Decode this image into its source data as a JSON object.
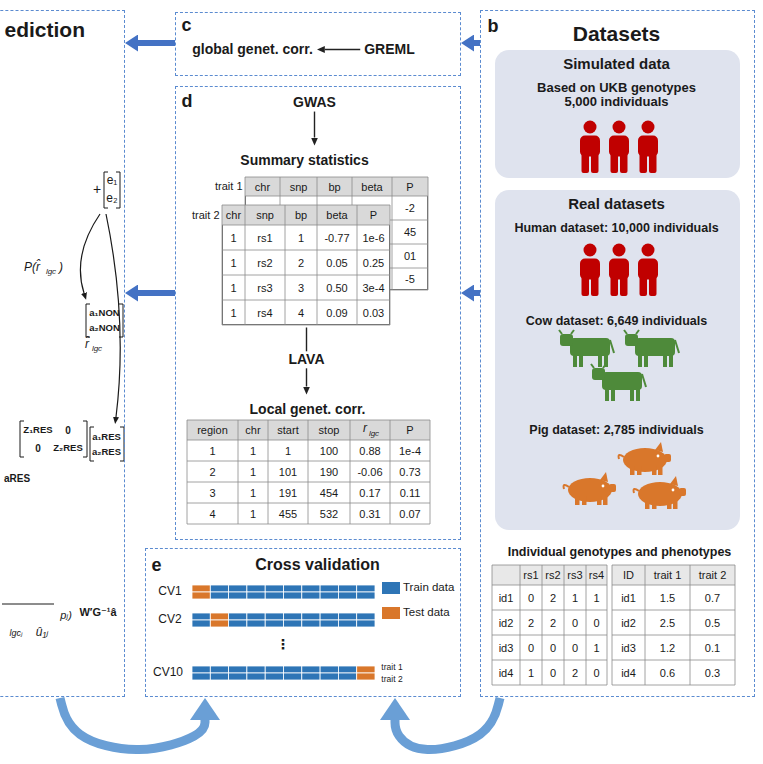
{
  "diagram": {
    "nodes": [
      {
        "text": [
          "ediction"
        ]
      },
      {
        "text": [
          "c"
        ]
      },
      {
        "text": [
          "global genet. corr."
        ],
        "in": 1
      },
      {
        "text": [
          "GREML"
        ],
        "in": 1
      },
      {
        "text": [
          "d"
        ]
      },
      {
        "text": [
          "GWAS"
        ],
        "in": 4
      },
      {
        "text": [
          "Summary statistics"
        ],
        "in": 4
      },
      {
        "text": [
          "trait 1"
        ],
        "in": 6
      },
      {
        "text": [
          "trait 2"
        ],
        "in": 6
      },
      {
        "text": [
          "Local genet. corr."
        ],
        "in": 4
      },
      {
        "text": [
          "e",
          "Cross validation"
        ]
      },
      {
        "text": [
          "b",
          "Datasets"
        ]
      },
      {
        "text": [
          "Simulated data",
          "Based on UKB genotypes 5,000 individuals"
        ],
        "in": 11
      },
      {
        "text": [
          "Real datasets",
          "Human dataset: 10,000 individuals",
          "Cow dataset: 6,649 individuals",
          "Pig dataset: 2,785 individuals"
        ],
        "in": 11
      },
      {
        "text": [
          "Individual genotypes and phenotypes"
        ],
        "in": 11
      }
    ],
    "edges": [
      {
        "from": 1,
        "to": 0,
        "arrow": "to"
      },
      {
        "from": 4,
        "to": 0,
        "arrow": "to"
      },
      {
        "from": 11,
        "to": 1,
        "arrow": "to"
      },
      {
        "from": 11,
        "to": 4,
        "arrow": "to"
      },
      {
        "from": 3,
        "to": 2,
        "arrow": "to"
      },
      {
        "from": 5,
        "to": 6,
        "arrow": "to"
      },
      {
        "from": 6,
        "to": 9,
        "label": "LAVA",
        "arrow": "to"
      },
      {
        "from": 0,
        "to": 10,
        "arrow": "to"
      },
      {
        "from": 11,
        "to": 10,
        "arrow": "to"
      }
    ],
    "labels": [
      "+",
      "e₁",
      "e₂",
      "P(r̂",
      "lgc",
      ")",
      "a₁NON",
      "a₂NON",
      "r̂",
      "lgc",
      "Z₁RES",
      "0",
      "0",
      "Z₂RES",
      "a₁RES",
      "a₂RES",
      "aRES",
      "pⱼ)",
      "W′G⁻¹â",
      "lgcⱼ",
      "û₁ⱼ",
      "chr",
      "snp",
      "bp",
      "beta",
      "P",
      "-2",
      "45",
      "01",
      "-5",
      "chr",
      "snp",
      "bp",
      "beta",
      "P",
      "1",
      "rs1",
      "1",
      "-0.77",
      "1e-6",
      "1",
      "rs2",
      "2",
      "0.05",
      "0.25",
      "1",
      "rs3",
      "3",
      "0.50",
      "3e-4",
      "1",
      "rs4",
      "4",
      "0.09",
      "0.03",
      "region",
      "chr",
      "start",
      "stop",
      "r",
      "lgc",
      "P",
      "1",
      "1",
      "1",
      "100",
      "0.88",
      "1e-4",
      "2",
      "1",
      "101",
      "190",
      "-0.06",
      "0.73",
      "3",
      "1",
      "191",
      "454",
      "0.17",
      "0.11",
      "4",
      "1",
      "455",
      "532",
      "0.31",
      "0.07",
      "CV1",
      "CV2",
      "⋮",
      "CV10",
      "trait 1",
      "trait 2",
      "rs1",
      "rs2",
      "rs3",
      "rs4",
      "id1",
      "0",
      "2",
      "1",
      "1",
      "id2",
      "2",
      "2",
      "0",
      "0",
      "id3",
      "0",
      "0",
      "0",
      "1",
      "id4",
      "1",
      "0",
      "2",
      "0",
      "ID",
      "trait 1",
      "trait 2",
      "id1",
      "1.5",
      "0.7",
      "id2",
      "2.5",
      "0.5",
      "id3",
      "1.2",
      "0.1",
      "id4",
      "0.6",
      "0.3"
    ],
    "legend": [
      {
        "text": "Train data",
        "color": "#2e75b6"
      },
      {
        "text": "Test data",
        "color": "#d9772b"
      }
    ]
  }
}
